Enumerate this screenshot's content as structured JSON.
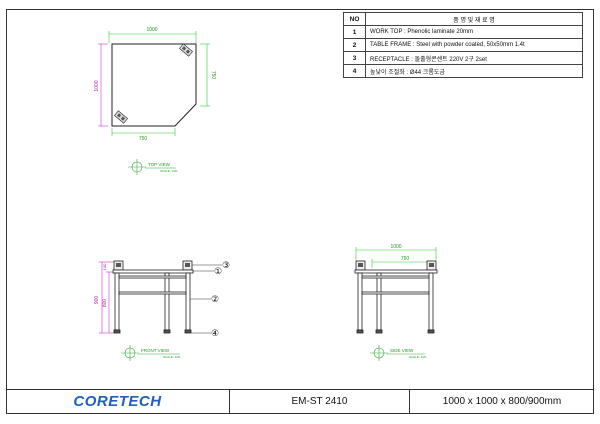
{
  "parts_table": {
    "header_no": "NO",
    "header_name": "품 명   및   재 료 명",
    "rows": [
      {
        "no": "1",
        "desc": "WORK TOP : Phenolic laminate 20mm"
      },
      {
        "no": "2",
        "desc": "TABLE FRAME : Steel with powder coated, 50x50mm 1.4t"
      },
      {
        "no": "3",
        "desc": "RECEPTACLE : 돌출형콘센트 220V 2구 2set"
      },
      {
        "no": "4",
        "desc": "높낮이 조절좌 : Ø44 크롬도금"
      }
    ]
  },
  "top_view": {
    "title": "TOP VIEW",
    "scale": "SCALE: 1/20",
    "dim_width": "1000",
    "dim_height": "1000",
    "dim_bottom": "750",
    "dim_right": "750"
  },
  "front_view": {
    "title": "FRONT VIEW",
    "scale": "SCALE: 1/20",
    "dim_total": "900",
    "dim_table": "800",
    "dim_top": "100",
    "callouts": [
      "③",
      "①",
      "②",
      "④"
    ]
  },
  "side_view": {
    "title": "SIDE VIEW",
    "scale": "SCALE: 1/20",
    "dim_outer": "1000",
    "dim_inner": "750"
  },
  "title_block": {
    "logo": "CORETECH",
    "model": "EM-ST 2410",
    "size": "1000 x 1000 x 800/900mm"
  },
  "colors": {
    "dimension": "#33cc33",
    "dimension_vertical": "#cc33cc",
    "logo": "#1f5fbf",
    "line": "#333333"
  }
}
